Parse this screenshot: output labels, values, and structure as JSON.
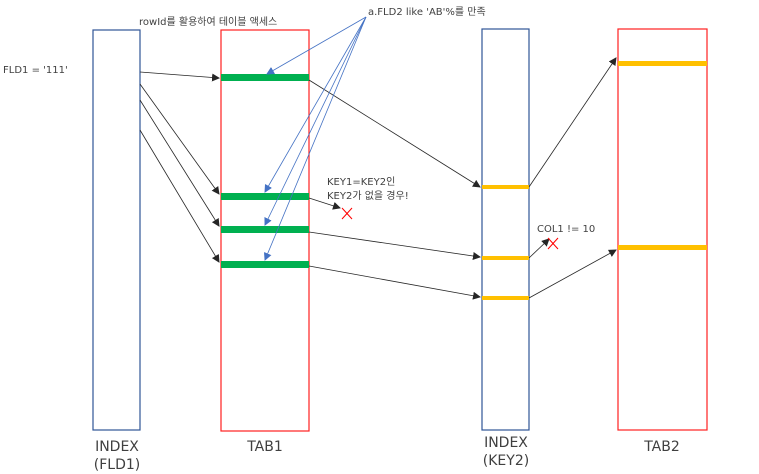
{
  "labels": {
    "fld1_condition": "FLD1 = '111'",
    "rowid_note": "rowId를 활용하여 테이블 액세스",
    "like_note": "a.FLD2 like 'AB'%를 만족",
    "key_note_line1": "KEY1=KEY2인",
    "key_note_line2": "KEY2가 없을 경우!",
    "col_note": "COL1 != 10"
  },
  "boxes": {
    "index_fld1": {
      "line1": "INDEX",
      "line2": "(FLD1)"
    },
    "tab1": {
      "line1": "TAB1"
    },
    "index_key2": {
      "line1": "INDEX",
      "line2": "(KEY2)"
    },
    "tab2": {
      "line1": "TAB2"
    }
  },
  "colors": {
    "index_border": "#2f5597",
    "table_border": "#ff2020",
    "tab1_rows": "#00b050",
    "key2_rows": "#ffc000",
    "arrow": "#262626",
    "like_arrow": "#4472c4",
    "cross": "#ff0000"
  }
}
